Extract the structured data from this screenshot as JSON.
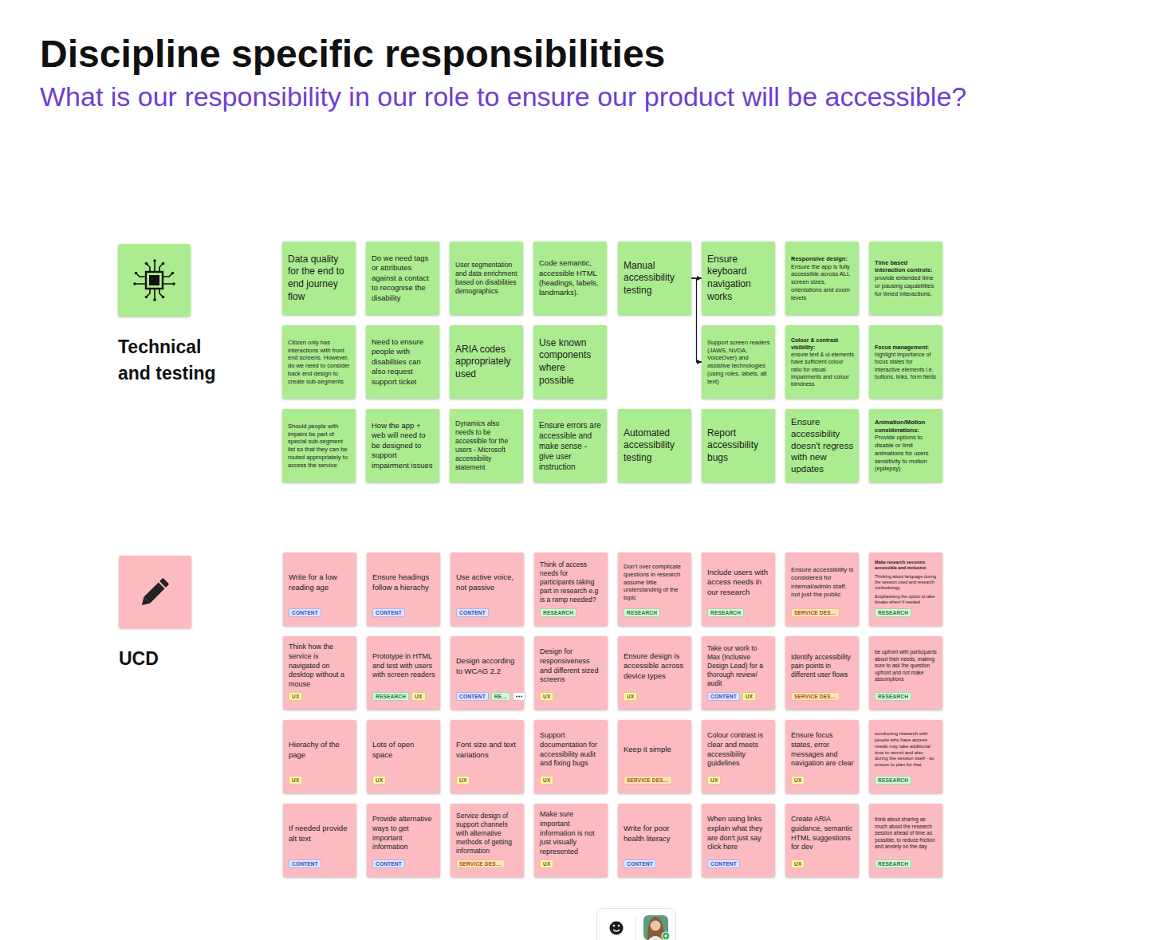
{
  "diagram": {
    "title": "Discipline specific responsibilities",
    "nodes": [
      {
        "text": [
          "Technical and testing"
        ]
      },
      {
        "text": [
          "Data quality for the end to end journey flow"
        ]
      },
      {
        "text": [
          "Do we need tags or attributes against a contact to recognise the disability"
        ]
      },
      {
        "text": [
          "User segmentation and data enrichment based on disabilities demographics"
        ]
      },
      {
        "text": [
          "Code semantic, accessible HTML (headings, labels, landmarks)."
        ]
      },
      {
        "text": [
          "Manual accessibility testing"
        ]
      },
      {
        "text": [
          "Ensure keyboard navigation works"
        ]
      },
      {
        "text": [
          "Responsive design:",
          "Ensure the app is fully accessible across ALL screen sizes, orientations and zoom levels"
        ]
      },
      {
        "text": [
          "Time based interaction controls:",
          "provide extended time or pausing capabilities for timed interactions."
        ]
      },
      {
        "text": [
          "Citizen only has interactions with front end screens. However, do we need to consider back end design to create sub-segments"
        ]
      },
      {
        "text": [
          "Need to ensure people with disabilities can also request support ticket"
        ]
      },
      {
        "text": [
          "ARIA codes appropriately used"
        ]
      },
      {
        "text": [
          "Use known components where possible"
        ]
      },
      {
        "text": [
          "Support screen readers (JAWS, NVDA, VoiceOver) and assistive technologies (using roles, labels, alt text)"
        ]
      },
      {
        "text": [
          "Colour & contrast visibility:",
          "ensure text & ui elements have sufficient colour ratio for visual impairments and colour blindness"
        ]
      },
      {
        "text": [
          "Focus management:",
          "highlight importance of focus states for interactive elements i.e. buttons, links, form fields"
        ]
      },
      {
        "text": [
          "Should people with impairs be part of special sub-segment list so that they can be routed appropriately to access the service"
        ]
      },
      {
        "text": [
          "How the app + web will need to be designed to support impairment issues"
        ]
      },
      {
        "text": [
          "Dynamics also needs to be accessible for the users - Microsoft accessibility statement"
        ]
      },
      {
        "text": [
          "Ensure errors are accessible and make sense - give user instruction"
        ]
      },
      {
        "text": [
          "Automated accessibility testing"
        ]
      },
      {
        "text": [
          "Report accessibility bugs"
        ]
      },
      {
        "text": [
          "Ensure accessibility doesn't regress with new updates"
        ]
      },
      {
        "text": [
          "Animation/Motion considerations:",
          "Provide options to disable or limit animations for users sensitivity to motion (epilepsy)"
        ]
      },
      {
        "text": [
          "UCD"
        ]
      },
      {
        "text": [
          "Write for a low reading age",
          "CONTENT"
        ]
      },
      {
        "text": [
          "Ensure headings follow a hierachy",
          "CONTENT"
        ]
      },
      {
        "text": [
          "Use active voice, not passive",
          "CONTENT"
        ]
      },
      {
        "text": [
          "Think of access needs for participants taking part in research e.g is a ramp needed?",
          "RESEARCH"
        ]
      },
      {
        "text": [
          "Don't over complicate questions in research assume little understanding of the topic",
          "RESEARCH"
        ]
      },
      {
        "text": [
          "Include users with access needs in our research",
          "RESEARCH"
        ]
      },
      {
        "text": [
          "Ensure accessibility is considered for internal/admin staff, not just the public",
          "SERVICE DES…"
        ]
      },
      {
        "text": [
          "Make research sessions accessible and inclusive",
          "Thinking about language during the session used and research methodology.",
          "Emphasising the option to take breaks when/ if needed",
          "RESEARCH"
        ]
      },
      {
        "text": [
          "Think how the service is navigated on desktop without a mouse",
          "UX"
        ]
      },
      {
        "text": [
          "Prototype in HTML and test with users with screen readers",
          "RESEARCH",
          "UX"
        ]
      },
      {
        "text": [
          "Design according to WCAG 2.2",
          "CONTENT",
          "RE…"
        ]
      },
      {
        "text": [
          "Design for responsiveness and different sized screens",
          "UX"
        ]
      },
      {
        "text": [
          "Ensure design is accessible across device types",
          "UX"
        ]
      },
      {
        "text": [
          "Take our work to Max (Inclusive Design Lead) for a thorough review/ audit",
          "CONTENT",
          "UX"
        ]
      },
      {
        "text": [
          "Identify accessibility pain points in different user flows",
          "SERVICE DES…"
        ]
      },
      {
        "text": [
          "be upfront with participants about their needs, making sure to ask the question upfront and not make assumptions",
          "RESEARCH"
        ]
      },
      {
        "text": [
          "Hierachy of the page",
          "UX"
        ]
      },
      {
        "text": [
          "Lots of open space",
          "UX"
        ]
      },
      {
        "text": [
          "Font size and text variations",
          "UX"
        ]
      },
      {
        "text": [
          "Support documentation for accessibility audit and fixing bugs",
          "UX"
        ]
      },
      {
        "text": [
          "Keep it simple",
          "SERVICE DES…"
        ]
      },
      {
        "text": [
          "Colour contrast is clear and meets accessibility guidelines",
          "UX"
        ]
      },
      {
        "text": [
          "Ensure focus states, error messages and navigation are clear",
          "UX"
        ]
      },
      {
        "text": [
          "conducting research with people who have access needs may take additional time to recruit and also during the session itself - so ensure to plan for that",
          "RESEARCH"
        ]
      },
      {
        "text": [
          "If needed provide alt text",
          "CONTENT"
        ]
      },
      {
        "text": [
          "Provide alternative ways to get important information",
          "CONTENT"
        ]
      },
      {
        "text": [
          "Service design of support channels with alternative methods of getting information",
          "SERVICE DES…"
        ]
      },
      {
        "text": [
          "Make sure important information is not just visually represented",
          "UX"
        ]
      },
      {
        "text": [
          "Write for poor health literacy",
          "CONTENT"
        ]
      },
      {
        "text": [
          "When using links explain what they are don't just say click here",
          "CONTENT"
        ]
      },
      {
        "text": [
          "Create ARIA guidance, semantic HTML suggestions for dev",
          "UX"
        ]
      },
      {
        "text": [
          "think about sharing as much about the research session ahead of time as possible, to reduce friction and anxiety on the day",
          "RESEARCH"
        ]
      }
    ],
    "edges": [
      {
        "from": 5,
        "to": 6,
        "arrow": "to"
      },
      {
        "from": 5,
        "to": 13,
        "arrow": "to"
      }
    ],
    "labels": [
      "What is our responsibility in our role to ensure our product will be accessible?"
    ]
  }
}
